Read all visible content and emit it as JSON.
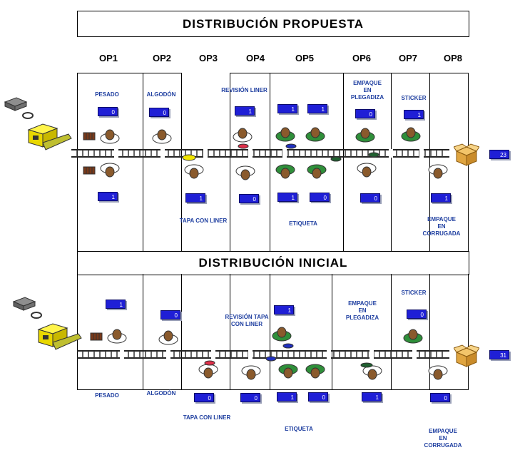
{
  "titles": {
    "proposed": "DISTRIBUCIÓN PROPUESTA",
    "initial": "DISTRIBUCIÓN INICIAL"
  },
  "op_headers": [
    "OP1",
    "OP2",
    "OP3",
    "OP4",
    "OP5",
    "OP6",
    "OP7",
    "OP8"
  ],
  "proposed": {
    "labels": {
      "pesado": "PESADO",
      "algodon": "ALGODÓN",
      "revision": "REVISIÓN LINER",
      "empaque_plegadiza": [
        "EMPAQUE",
        "EN",
        "PLEGADIZA"
      ],
      "sticker": "STICKER",
      "tapa": "TAPA CON LINER",
      "etiqueta": "ETIQUETA",
      "empaque_corrugada": [
        "EMPAQUE",
        "EN",
        "CORRUGADA"
      ]
    },
    "counters": [
      "0",
      "0",
      "1",
      "1",
      "1",
      "0",
      "1",
      "1",
      "1",
      "0",
      "1",
      "0",
      "0",
      "1"
    ],
    "output": "23"
  },
  "initial": {
    "labels": {
      "pesado": "PESADO",
      "algodon": "ALGODÓN",
      "revision": [
        "REVISIÓN TAPA",
        "CON LINER"
      ],
      "empaque_plegadiza": [
        "EMPAQUE",
        "EN",
        "PLEGADIZA"
      ],
      "sticker": "STICKER",
      "tapa": "TAPA CON LINER",
      "etiqueta": "ETIQUETA",
      "empaque_corrugada": [
        "EMPAQUE",
        "EN",
        "CORRUGADA"
      ]
    },
    "counters": [
      "1",
      "0",
      "1",
      "0",
      "0",
      "0",
      "1",
      "0",
      "1",
      "0"
    ],
    "output": "31"
  },
  "colors": {
    "counter_bg": "#1f1fd6",
    "label": "#1f3fa0",
    "machine": "#f2e600",
    "box": "#e8b04a",
    "worker_shirt": "#2f8f3a"
  }
}
